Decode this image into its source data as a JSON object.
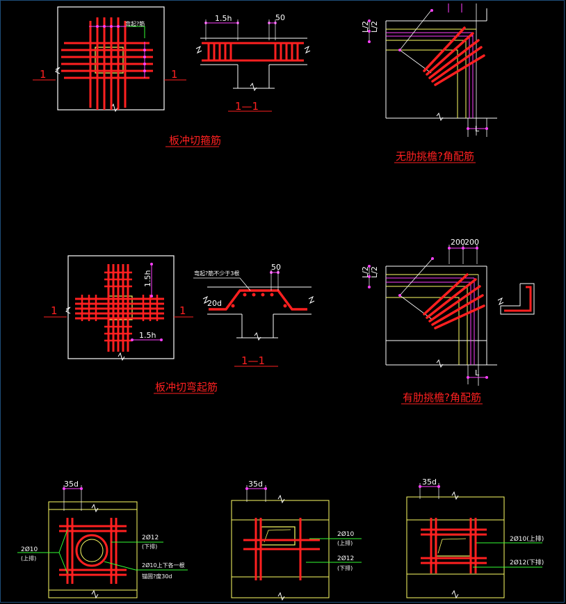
{
  "colors": {
    "background": "#000000",
    "outline": "#ffffff",
    "rebar": "#ff2020",
    "concrete_edge": "#ffff66",
    "dimension": "#ff40ff",
    "leader": "#33ff33"
  },
  "details": {
    "punch_stirrup": {
      "title": "板冲切箍筋",
      "section_left": "1",
      "section_right": "1",
      "note": "弯起?筋"
    },
    "section_1_1_top": {
      "title": "1—1",
      "dim_15h": "1.5h",
      "dim_50": "50"
    },
    "corner_no_rib": {
      "title": "无肋挑檐?角配筋",
      "dim_left_a": "L/2",
      "dim_left_b": "L/2",
      "dim_bottom": "L"
    },
    "punch_bentup": {
      "title": "板冲切弯起筋",
      "section_left": "1",
      "section_right": "1",
      "dim_15h_v": "1.5h",
      "dim_15h_h": "1.5h"
    },
    "section_1_1_mid": {
      "title": "1—1",
      "note": "弯起?筋不少于3根",
      "dim_50": "50",
      "dim_20d": "20d"
    },
    "corner_with_rib": {
      "title": "有肋挑檐?角配筋",
      "dim_top_a": "200",
      "dim_top_b": "200",
      "dim_left_a": "L/2",
      "dim_left_b": "L/2",
      "dim_bottom": "L"
    },
    "opening_round": {
      "dim_35d": "35d",
      "left_label_a": "2Ø10",
      "left_label_b": "(上排)",
      "right_label_a": "2Ø12",
      "right_label_b": "(下排)",
      "right_label_c": "2Ø10上下各一根",
      "right_label_d": "锚固?度30d"
    },
    "opening_rect_a": {
      "dim_35d": "35d",
      "label_a": "2Ø10",
      "label_b": "(上排)",
      "label_c": "2Ø12",
      "label_d": "(下排)"
    },
    "opening_rect_b": {
      "dim_35d": "35d",
      "label_a": "2Ø10(上排)",
      "label_b": "2Ø12(下排)"
    }
  }
}
